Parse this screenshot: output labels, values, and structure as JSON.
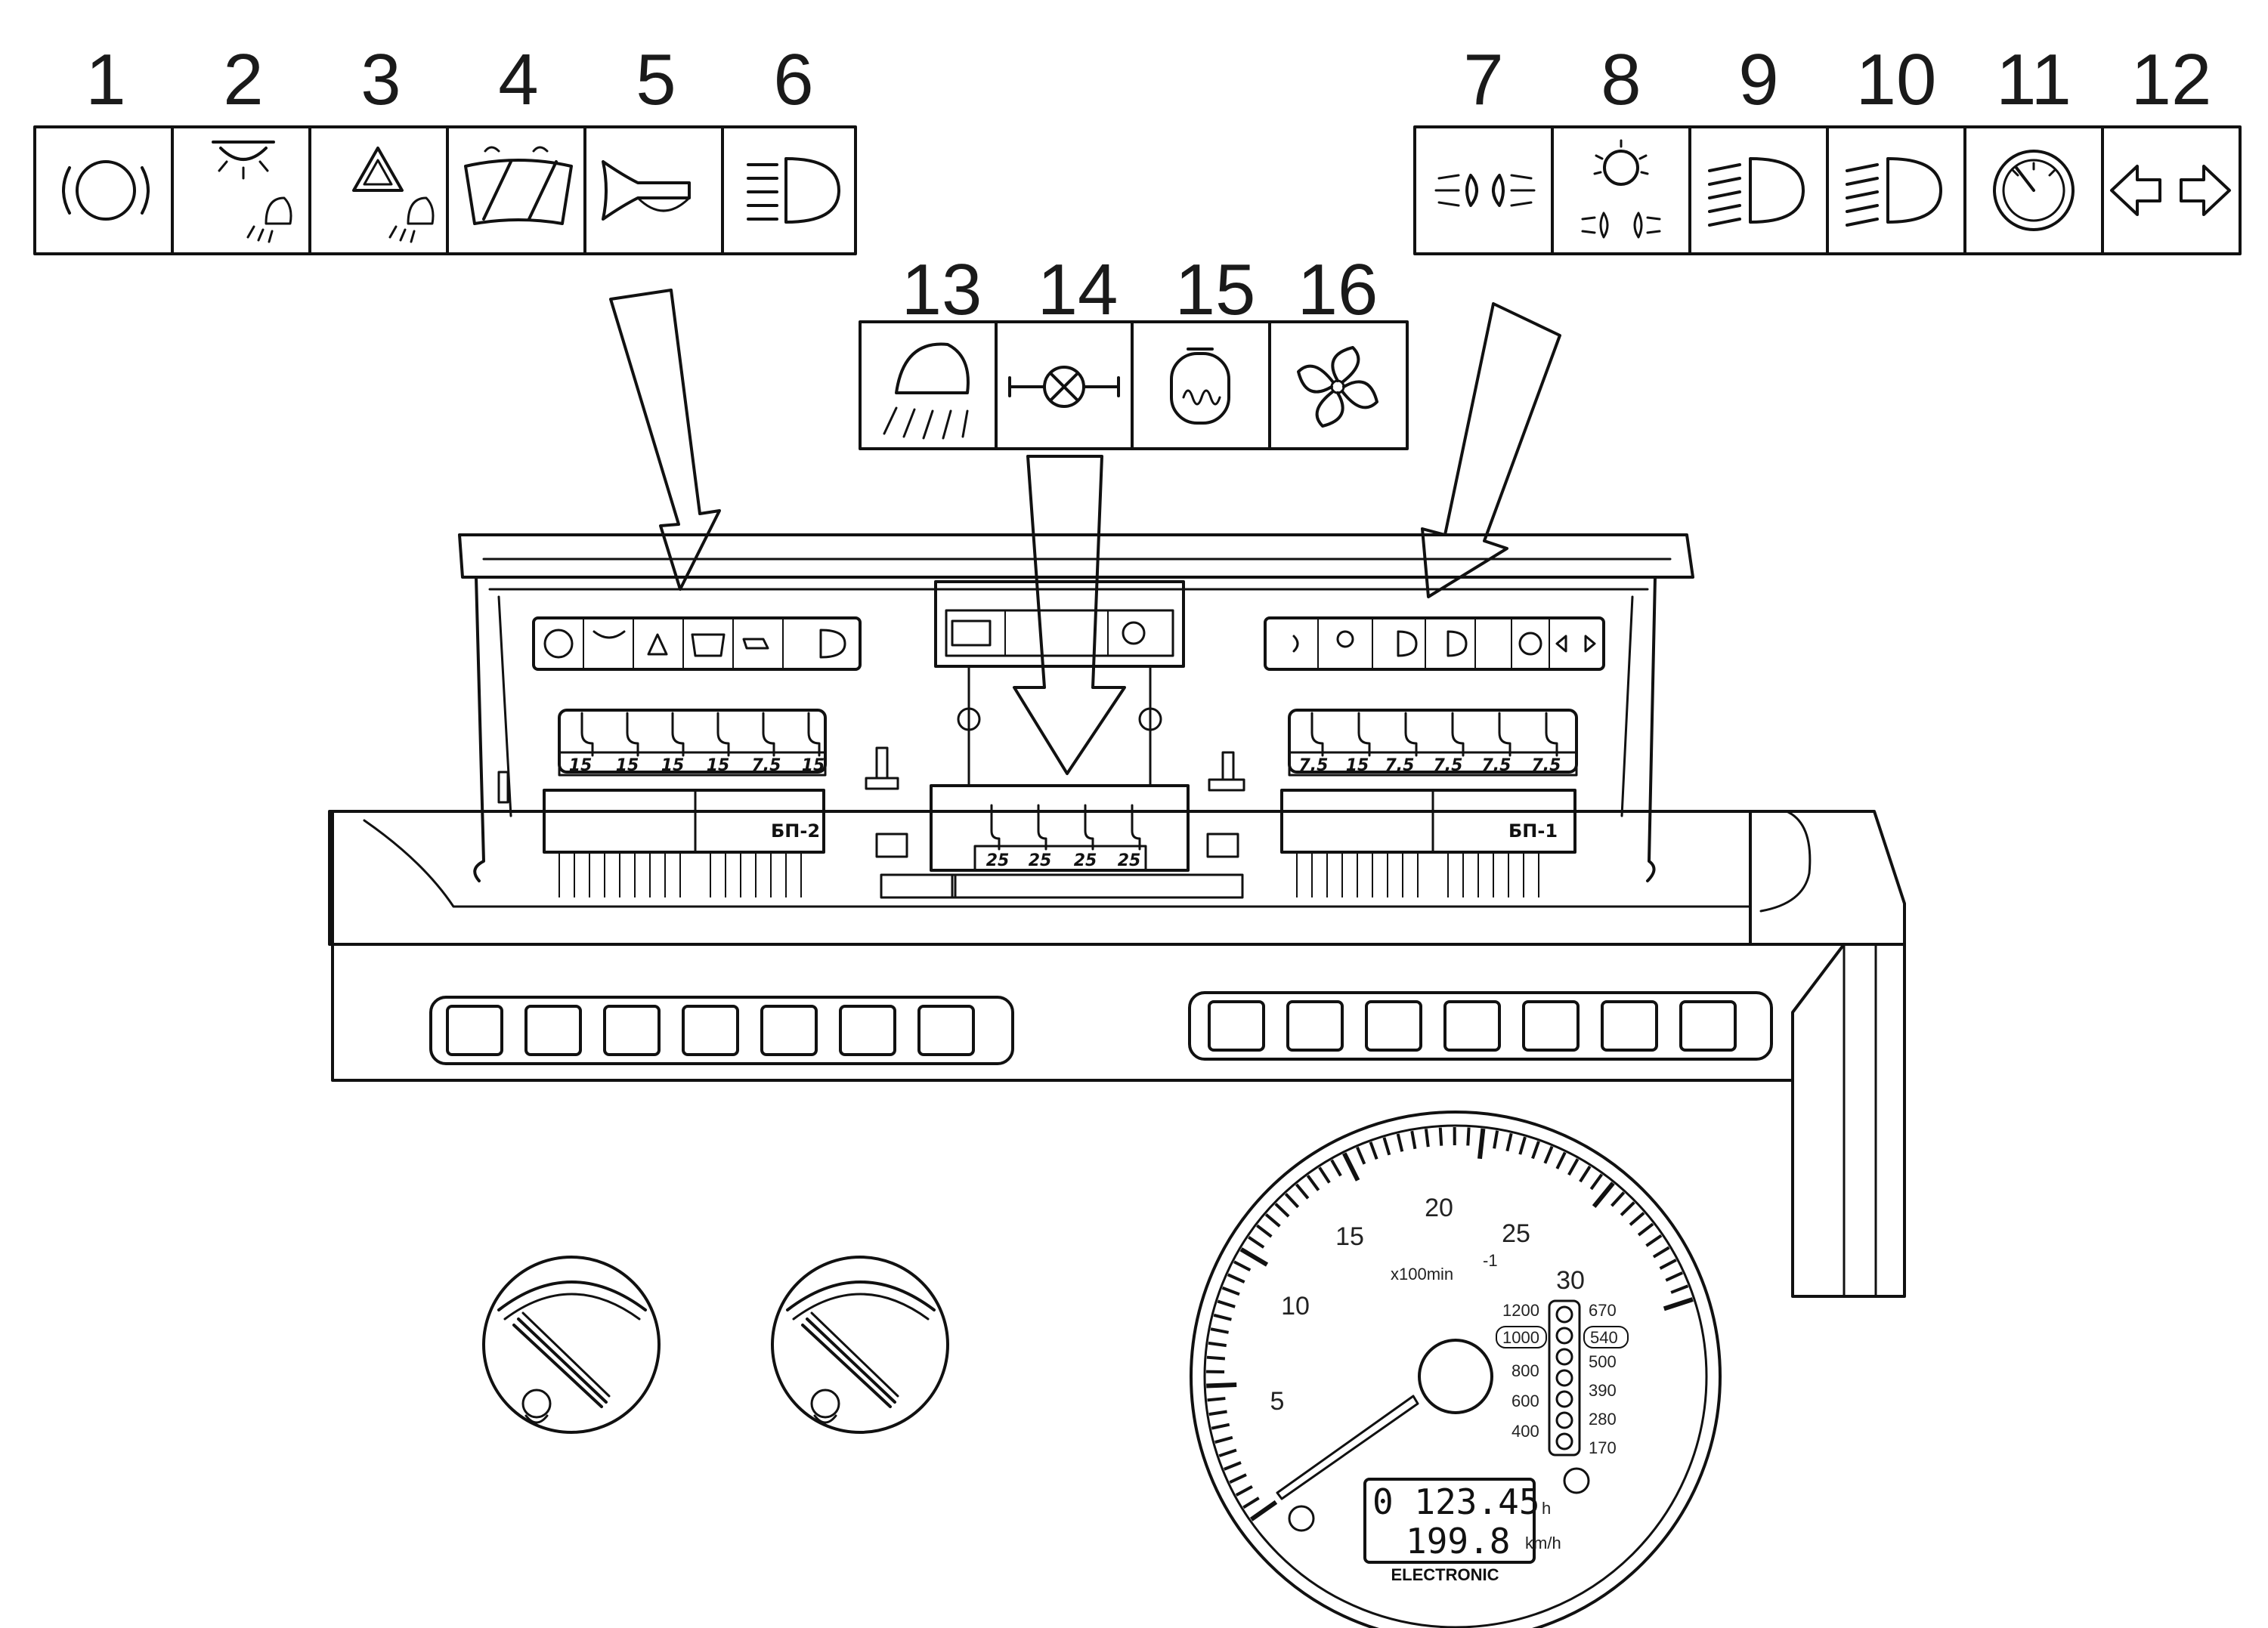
{
  "legend_left": {
    "numbers": [
      "1",
      "2",
      "3",
      "4",
      "5",
      "6"
    ],
    "icons": [
      "parking-brake-icon",
      "cab-light-icon",
      "hazard-warning-icon",
      "windshield-wiper-icon",
      "horn-icon",
      "high-beam-icon"
    ]
  },
  "legend_center": {
    "numbers": [
      "13",
      "14",
      "15",
      "16"
    ],
    "icons": [
      "work-light-icon",
      "lamp-bulb-icon",
      "engine-preheat-icon",
      "fan-icon"
    ]
  },
  "legend_right": {
    "numbers": [
      "7",
      "8",
      "9",
      "10",
      "11",
      "12"
    ],
    "icons": [
      "side-lights-icon",
      "instrument-lighting-icon",
      "low-beam-left-icon",
      "low-beam-right-icon",
      "speedometer-icon",
      "turn-signal-icon"
    ]
  },
  "fuse_block_left": {
    "label": "БП-2",
    "ratings": [
      "15",
      "15",
      "15",
      "15",
      "7,5",
      "15"
    ]
  },
  "fuse_block_center": {
    "ratings": [
      "25",
      "25",
      "25",
      "25"
    ]
  },
  "fuse_block_right": {
    "label": "БП-1",
    "ratings": [
      "7,5",
      "15",
      "7,5",
      "7,5",
      "7,5",
      "7,5"
    ]
  },
  "tachometer": {
    "scale": [
      "5",
      "10",
      "15",
      "20",
      "25",
      "30"
    ],
    "unit": "x100min",
    "unit_exp": "-1",
    "pto_left": [
      "1200",
      "1000",
      "800",
      "600",
      "400"
    ],
    "pto_right": [
      "670",
      "540",
      "500",
      "390",
      "280",
      "170"
    ],
    "hours": "0 123.45",
    "hours_unit": "h",
    "speed": "199.8",
    "speed_unit": "km/h",
    "brand": "ELECTRONIC"
  }
}
